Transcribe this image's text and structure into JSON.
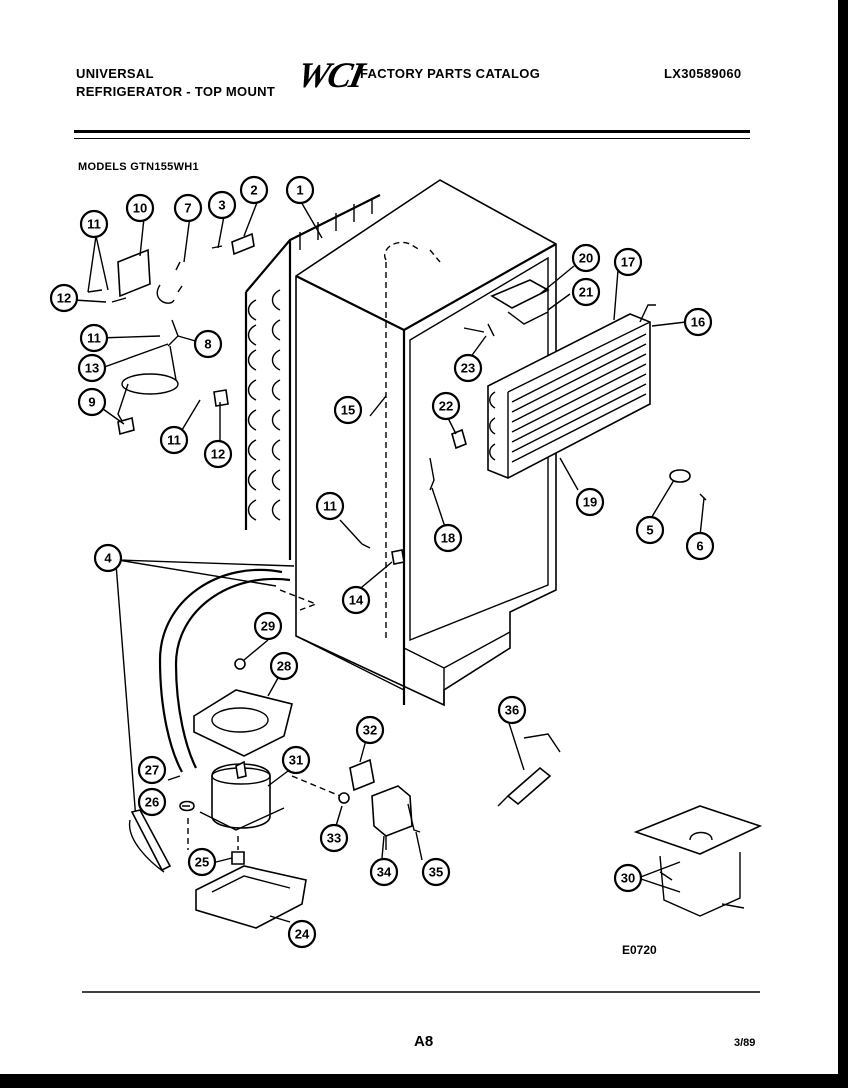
{
  "header": {
    "brand_line1": "UNIVERSAL",
    "brand_line2": "REFRIGERATOR - TOP MOUNT",
    "logo_text": "WCI",
    "catalog_title": "FACTORY PARTS CATALOG",
    "catalog_number": "LX30589060",
    "models": "MODELS GTN155WH1"
  },
  "diagram": {
    "figure_code": "E0720",
    "callouts": [
      {
        "id": "c1",
        "label": "1"
      },
      {
        "id": "c2",
        "label": "2"
      },
      {
        "id": "c3",
        "label": "3"
      },
      {
        "id": "c4",
        "label": "4"
      },
      {
        "id": "c5",
        "label": "5"
      },
      {
        "id": "c6",
        "label": "6"
      },
      {
        "id": "c7",
        "label": "7"
      },
      {
        "id": "c8",
        "label": "8"
      },
      {
        "id": "c9",
        "label": "9"
      },
      {
        "id": "c10",
        "label": "10"
      },
      {
        "id": "c11a",
        "label": "11"
      },
      {
        "id": "c11b",
        "label": "11"
      },
      {
        "id": "c11c",
        "label": "11"
      },
      {
        "id": "c11d",
        "label": "11"
      },
      {
        "id": "c12a",
        "label": "12"
      },
      {
        "id": "c12b",
        "label": "12"
      },
      {
        "id": "c13",
        "label": "13"
      },
      {
        "id": "c14",
        "label": "14"
      },
      {
        "id": "c15",
        "label": "15"
      },
      {
        "id": "c16",
        "label": "16"
      },
      {
        "id": "c17",
        "label": "17"
      },
      {
        "id": "c18",
        "label": "18"
      },
      {
        "id": "c19",
        "label": "19"
      },
      {
        "id": "c20",
        "label": "20"
      },
      {
        "id": "c21",
        "label": "21"
      },
      {
        "id": "c22",
        "label": "22"
      },
      {
        "id": "c23",
        "label": "23"
      },
      {
        "id": "c24",
        "label": "24"
      },
      {
        "id": "c25",
        "label": "25"
      },
      {
        "id": "c26",
        "label": "26"
      },
      {
        "id": "c27",
        "label": "27"
      },
      {
        "id": "c28",
        "label": "28"
      },
      {
        "id": "c29",
        "label": "29"
      },
      {
        "id": "c30",
        "label": "30"
      },
      {
        "id": "c31",
        "label": "31"
      },
      {
        "id": "c32",
        "label": "32"
      },
      {
        "id": "c33",
        "label": "33"
      },
      {
        "id": "c34",
        "label": "34"
      },
      {
        "id": "c35",
        "label": "35"
      },
      {
        "id": "c36",
        "label": "36"
      }
    ]
  },
  "footer": {
    "page_number": "A8",
    "date": "3/89"
  }
}
